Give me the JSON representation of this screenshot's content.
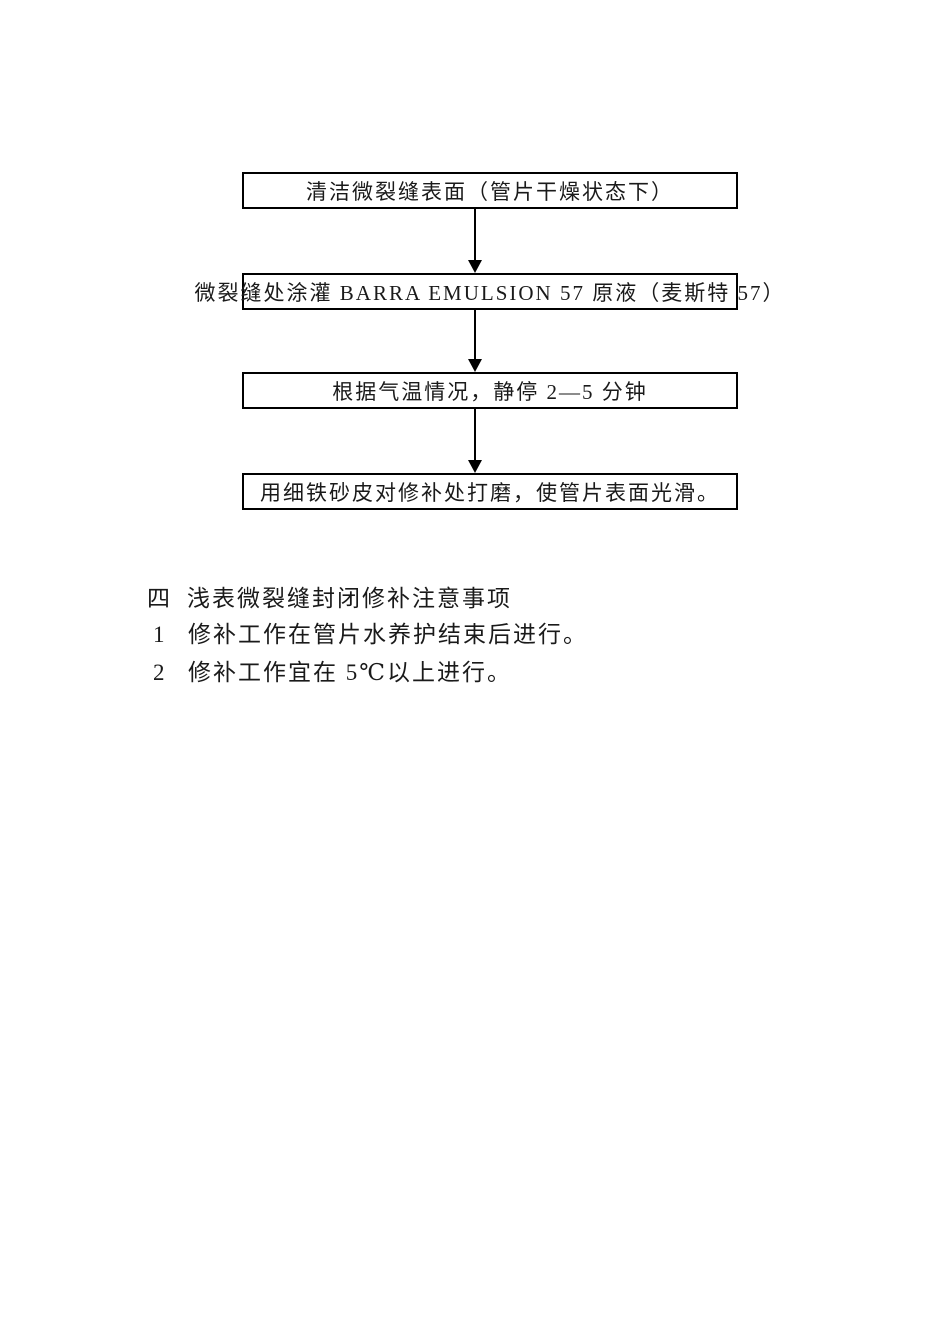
{
  "page": {
    "background": "#ffffff",
    "text_color": "#1a1a1a",
    "border_color": "#000000"
  },
  "flowchart": {
    "type": "vertical-flow",
    "steps": [
      {
        "label": "清洁微裂缝表面（管片干燥状态下）"
      },
      {
        "label": "微裂缝处涂灌 BARRA EMULSION 57 原液（麦斯特 57）"
      },
      {
        "label": "根据气温情况，静停 2—5 分钟"
      },
      {
        "label": "用细铁砂皮对修补处打磨，使管片表面光滑。"
      }
    ]
  },
  "notes": {
    "heading": {
      "marker": "四",
      "text": "浅表微裂缝封闭修补注意事项"
    },
    "items": [
      {
        "num": "1",
        "text": "修补工作在管片水养护结束后进行。"
      },
      {
        "num": "2",
        "text": "修补工作宜在 5℃以上进行。"
      }
    ]
  }
}
